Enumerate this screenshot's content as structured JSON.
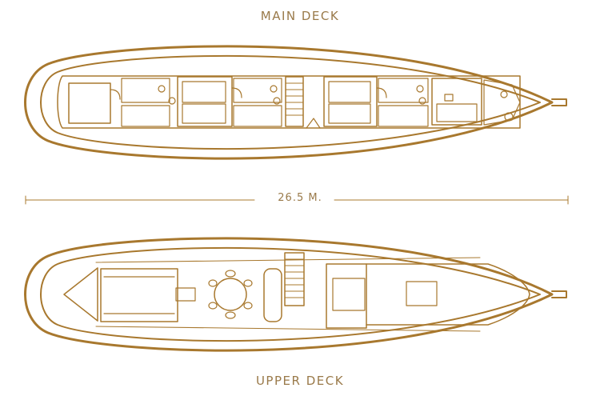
{
  "diagram": {
    "color": "#a8782e",
    "text_color": "#9a7a4a",
    "main_deck_label": "MAIN DECK",
    "upper_deck_label": "UPPER DECK",
    "length_label": "26.5 M."
  }
}
